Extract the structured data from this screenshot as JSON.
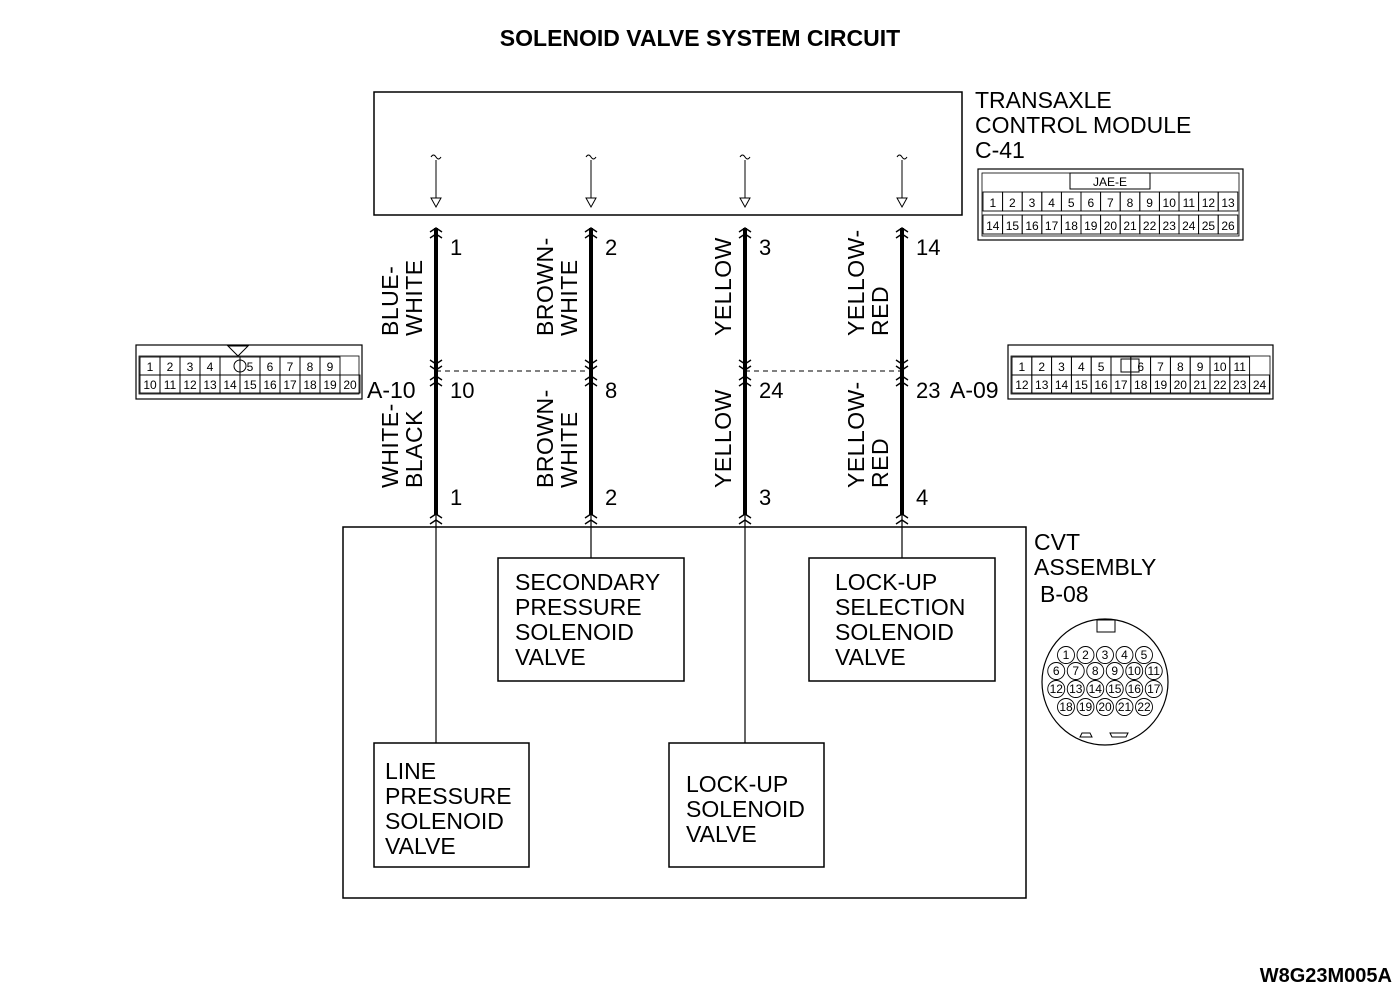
{
  "title": "SOLENOID VALVE SYSTEM CIRCUIT",
  "drawing_code": "W8G23M005A",
  "tcm": {
    "name_lines": [
      "TRANSAXLE",
      "CONTROL MODULE",
      "C-41"
    ],
    "connector_tag": "JAE-E",
    "connector_row1": [
      "1",
      "2",
      "3",
      "4",
      "5",
      "6",
      "7",
      "8",
      "9",
      "10",
      "11",
      "12",
      "13"
    ],
    "connector_row2": [
      "14",
      "15",
      "16",
      "17",
      "18",
      "19",
      "20",
      "21",
      "22",
      "23",
      "24",
      "25",
      "26"
    ]
  },
  "connector_a10": {
    "label": "A-10",
    "row1": [
      "1",
      "2",
      "3",
      "4",
      "5",
      "6",
      "7",
      "8",
      "9"
    ],
    "row2": [
      "10",
      "11",
      "12",
      "13",
      "14",
      "15",
      "16",
      "17",
      "18",
      "19",
      "20"
    ]
  },
  "connector_a09": {
    "label": "A-09",
    "row1": [
      "1",
      "2",
      "3",
      "4",
      "5",
      "6",
      "7",
      "8",
      "9",
      "10",
      "11"
    ],
    "row2": [
      "12",
      "13",
      "14",
      "15",
      "16",
      "17",
      "18",
      "19",
      "20",
      "21",
      "22",
      "23",
      "24"
    ]
  },
  "wires": [
    {
      "tcm_pin": "1",
      "upper_color": [
        "BLUE-",
        "WHITE"
      ],
      "mid_pin": "10",
      "lower_color": [
        "WHITE-",
        "BLACK"
      ],
      "cvt_pin": "1"
    },
    {
      "tcm_pin": "2",
      "upper_color": [
        "BROWN-",
        "WHITE"
      ],
      "mid_pin": "8",
      "lower_color": [
        "BROWN-",
        "WHITE"
      ],
      "cvt_pin": "2"
    },
    {
      "tcm_pin": "3",
      "upper_color": [
        "YELLOW"
      ],
      "mid_pin": "24",
      "lower_color": [
        "YELLOW"
      ],
      "cvt_pin": "3"
    },
    {
      "tcm_pin": "14",
      "upper_color": [
        "YELLOW-",
        "RED"
      ],
      "mid_pin": "23",
      "lower_color": [
        "YELLOW-",
        "RED"
      ],
      "cvt_pin": "4"
    }
  ],
  "cvt": {
    "name_lines": [
      "CVT",
      "ASSEMBLY",
      "B-08"
    ],
    "connector_pins": [
      "1",
      "2",
      "3",
      "4",
      "5",
      "6",
      "7",
      "8",
      "9",
      "10",
      "11",
      "12",
      "13",
      "14",
      "15",
      "16",
      "17",
      "18",
      "19",
      "20",
      "21",
      "22"
    ]
  },
  "valves": [
    {
      "lines": [
        "SECONDARY",
        "PRESSURE",
        "SOLENOID",
        "VALVE"
      ]
    },
    {
      "lines": [
        "LOCK-UP",
        "SELECTION",
        "SOLENOID",
        "VALVE"
      ]
    },
    {
      "lines": [
        "LINE",
        "PRESSURE",
        "SOLENOID",
        "VALVE"
      ]
    },
    {
      "lines": [
        "LOCK-UP",
        "SOLENOID",
        "VALVE"
      ]
    }
  ]
}
